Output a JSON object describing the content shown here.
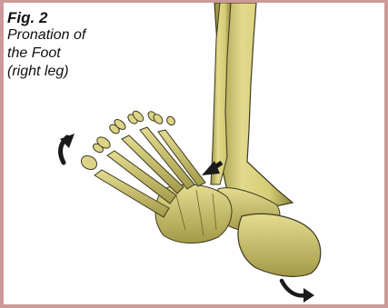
{
  "caption": {
    "figure_label": "Fig. 2",
    "lines": [
      "Pronation of",
      "the Foot",
      "(right leg)"
    ]
  },
  "illustration": {
    "subject": "foot-skeleton",
    "bone_color": "#d8cf7c",
    "shadow_color": "#8a8237",
    "outline_color": "#3d3a20",
    "arrow_color": "#1a1a1a"
  },
  "colors": {
    "border": "#cc9a9a",
    "background": "#fefefe"
  }
}
